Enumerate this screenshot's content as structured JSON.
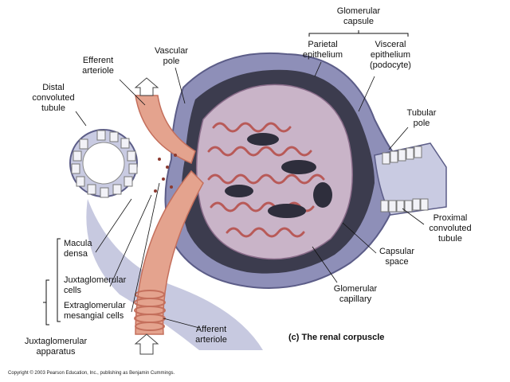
{
  "labels": {
    "glomerular_capsule": "Glomerular\ncapsule",
    "parietal_epithelium": "Parietal\nepithelium",
    "visceral_epithelium": "Visceral\nepithelium\n(podocyte)",
    "vascular_pole": "Vascular\npole",
    "efferent_arteriole": "Efferent\narteriole",
    "distal_convoluted_tubule": "Distal\nconvoluted\ntubule",
    "tubular_pole": "Tubular\npole",
    "proximal_convoluted_tubule": "Proximal\nconvoluted\ntubule",
    "capsular_space": "Capsular\nspace",
    "glomerular_capillary": "Glomerular\ncapillary",
    "afferent_arteriole": "Afferent\narteriole",
    "macula_densa": "Macula\ndensa",
    "juxtaglomerular_cells": "Juxtaglomerular\ncells",
    "extraglomerular_mesangial_cells": "Extraglomerular\nmesangial cells",
    "juxtaglomerular_apparatus": "Juxtaglomerular\napparatus"
  },
  "figure_title": "(c) The renal corpuscle",
  "copyright": "Copyright © 2003 Pearson Education, Inc., publishing as Benjamin Cummings.",
  "colors": {
    "capsule_wall": "#8e8fb8",
    "capsule_light": "#c9cbe2",
    "capillary": "#d99a98",
    "capillary_dark": "#b85a58",
    "lumen": "#3a3a4a",
    "arteriole": "#e4a38e",
    "arteriole_dark": "#c46f5c",
    "tubule_cell": "#f2f2f7"
  }
}
